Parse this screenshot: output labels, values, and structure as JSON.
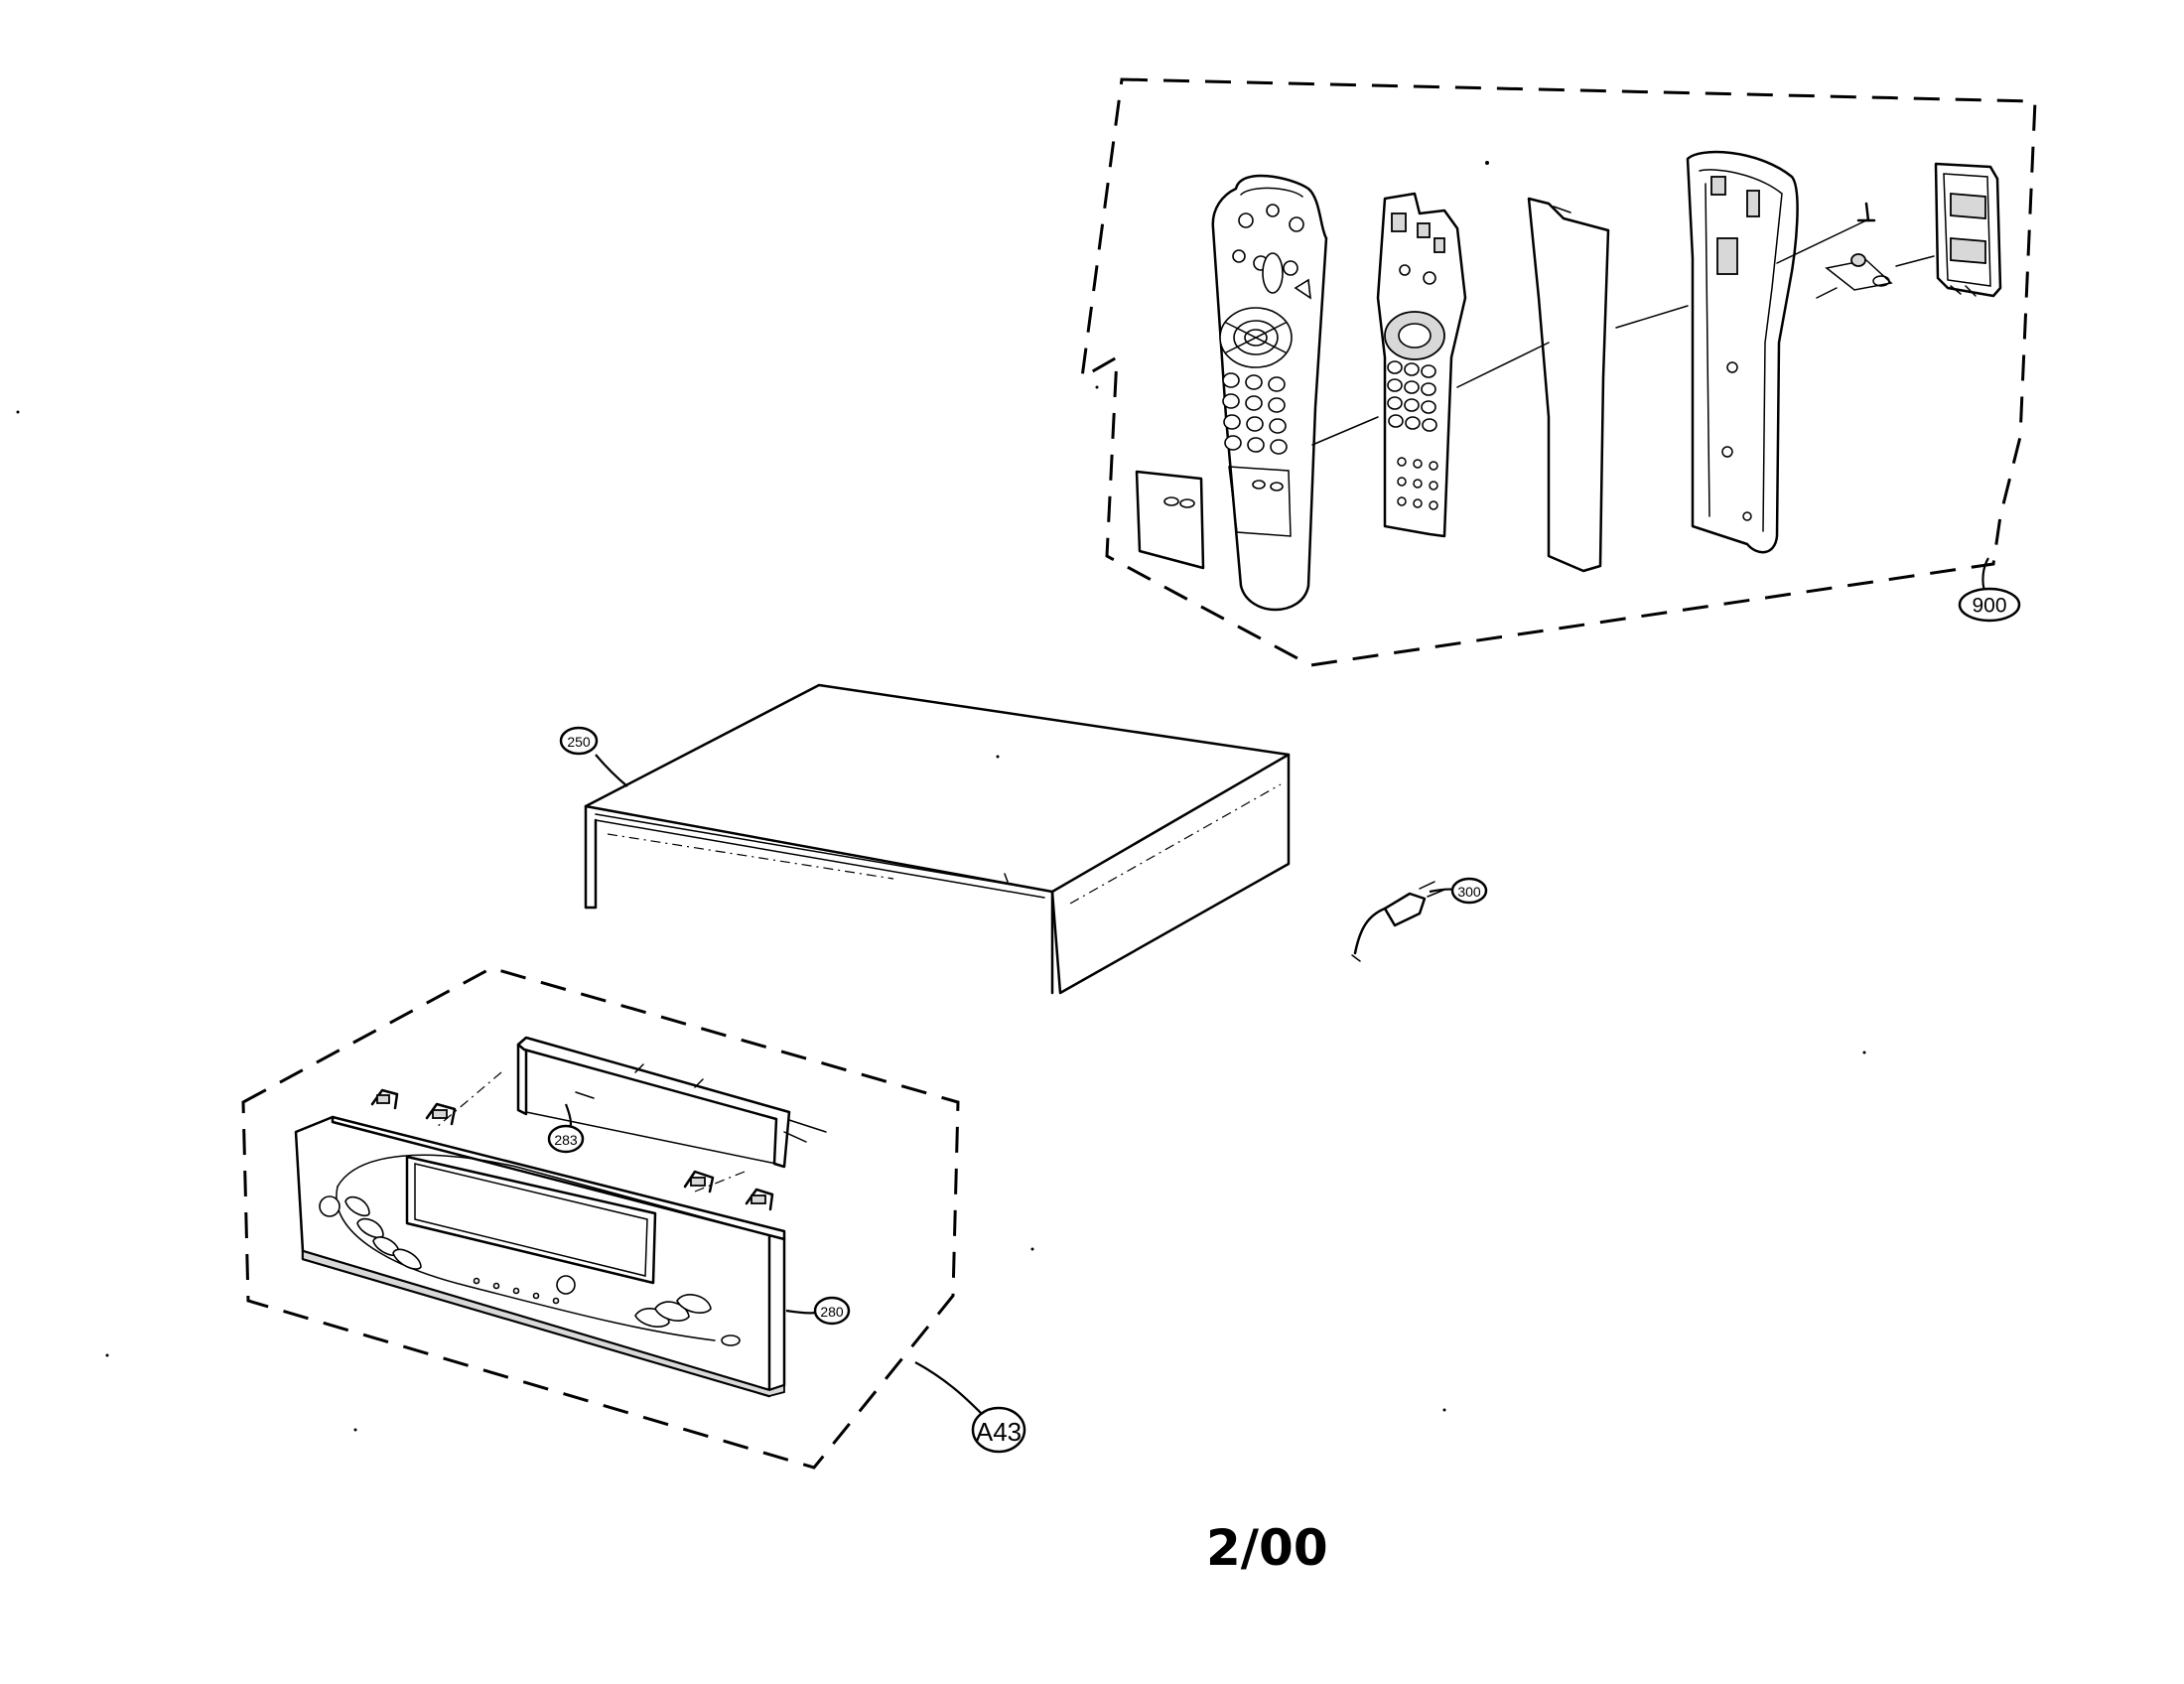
{
  "callouts": {
    "remote_assembly": "900",
    "top_cover": "250",
    "power_cord": "300",
    "front_bracket": "283",
    "front_panel": "280",
    "front_panel_assembly": "A43"
  },
  "footer": {
    "date": "2/00"
  }
}
